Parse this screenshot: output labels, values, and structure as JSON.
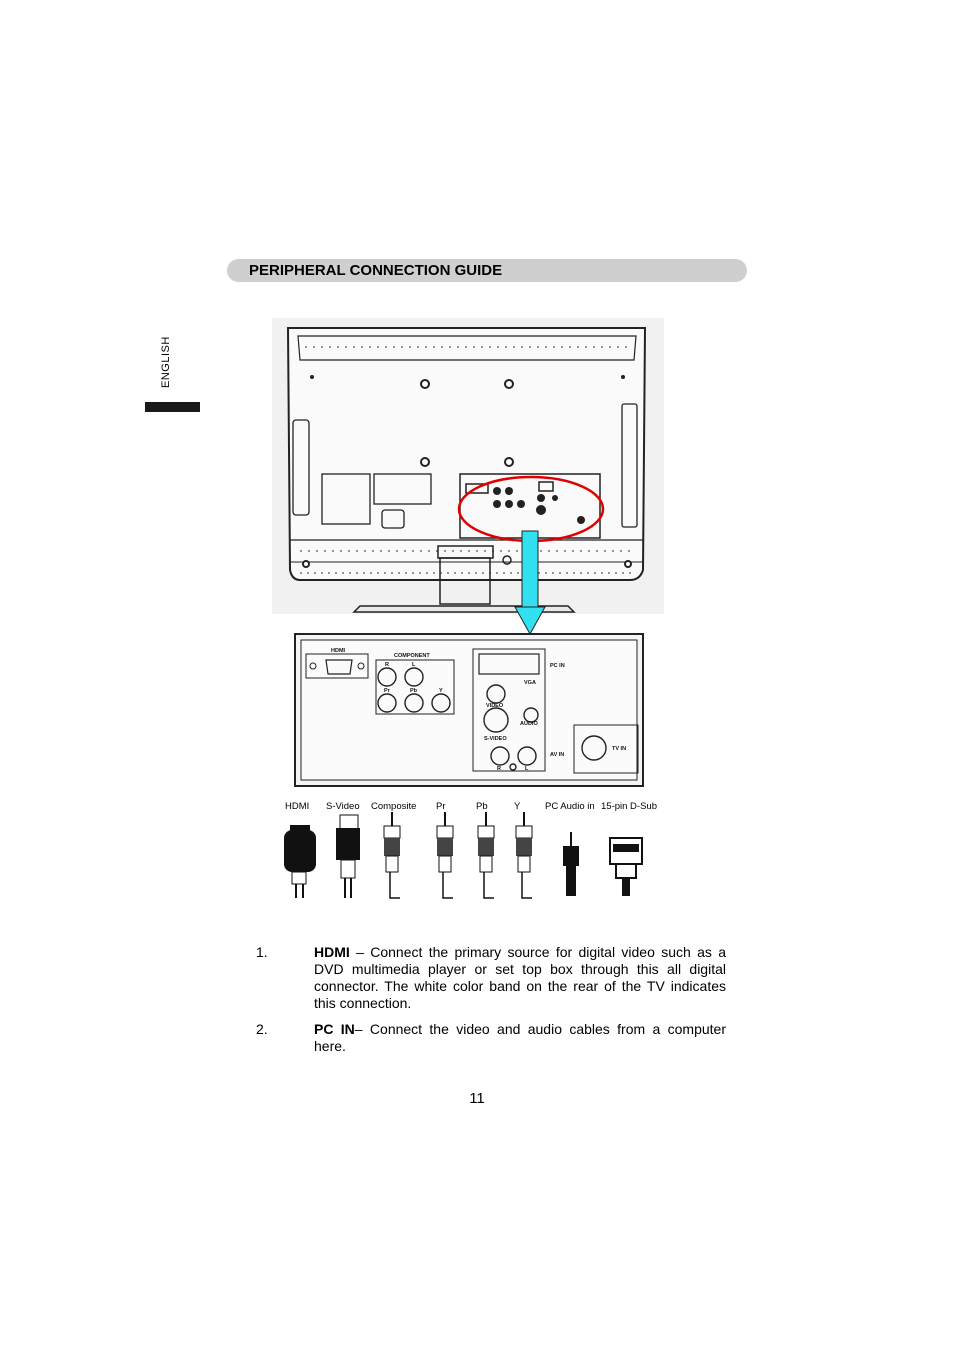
{
  "header": {
    "title": "PERIPHERAL CONNECTION GUIDE"
  },
  "sidebar": {
    "language": "ENGLISH"
  },
  "panel": {
    "hdmi": "HDMI",
    "component": "COMPONENT",
    "r": "R",
    "l": "L",
    "pr": "Pr",
    "pb": "Pb",
    "y": "Y",
    "pc_in": "PC  IN",
    "vga": "VGA",
    "video": "VIDEO",
    "audio": "AUDIO",
    "s_video": "S-VIDEO",
    "av_in": "AV  IN",
    "tv_in": "TV IN",
    "r_bottom": "R",
    "l_bottom": "L"
  },
  "cables": [
    "HDMI",
    "S-Video",
    "Composite",
    "Pr",
    "Pb",
    "Y",
    "PC Audio in",
    "15-pin D-Sub"
  ],
  "instructions": [
    {
      "number": "1.",
      "term": "HDMI",
      "text": " – Connect the primary source for digital video such as a DVD multimedia player or set top box through this all digital connector.  The white color band on the rear of the TV indicates this connection."
    },
    {
      "number": "2.",
      "term": "PC  IN",
      "text": "– Connect the video and audio cables from a computer here."
    }
  ],
  "footer": {
    "page_number": "11"
  },
  "colors": {
    "highlight_ellipse": "#e00000",
    "arrow": "#33e0f0",
    "section_bar": "#cfcfcf"
  }
}
